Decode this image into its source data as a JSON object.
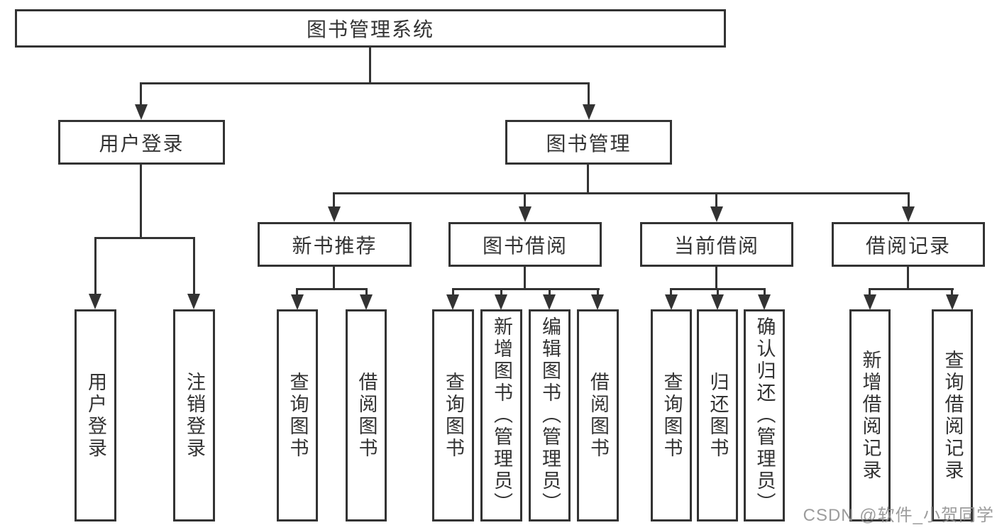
{
  "diagram": {
    "type": "hierarchy-tree",
    "nodes": {
      "root": "图书管理系统",
      "user_login": "用户登录",
      "book_mgmt": "图书管理",
      "new_book_rec": "新书推荐",
      "book_borrowing": "图书借阅",
      "current_borrowing": "当前借阅",
      "borrowing_records": "借阅记录",
      "leaf_user_login": "用户登录",
      "leaf_logout": "注销登录",
      "leaf_query_books_1": "查询图书",
      "leaf_borrow_books_1": "借阅图书",
      "leaf_query_books_2": "查询图书",
      "leaf_add_books_admin": "新增图书（管理员）",
      "leaf_edit_books_admin": "编辑图书（管理员）",
      "leaf_borrow_books_2": "借阅图书",
      "leaf_query_books_3": "查询图书",
      "leaf_return_books": "归还图书",
      "leaf_confirm_return_admin": "确认归还（管理员）",
      "leaf_add_borrow_record": "新增借阅记录",
      "leaf_query_borrow_record": "查询借阅记录"
    },
    "hierarchy": {
      "图书管理系统": {
        "用户登录": [
          "用户登录",
          "注销登录"
        ],
        "图书管理": {
          "新书推荐": [
            "查询图书",
            "借阅图书"
          ],
          "图书借阅": [
            "查询图书",
            "新增图书（管理员）",
            "编辑图书（管理员）",
            "借阅图书"
          ],
          "当前借阅": [
            "查询图书",
            "归还图书",
            "确认归还（管理员）"
          ],
          "借阅记录": [
            "新增借阅记录",
            "查询借阅记录"
          ]
        }
      }
    },
    "colors": {
      "line": "#333333",
      "text": "#333333",
      "box_fill": "#ffffff",
      "background": "#ffffff",
      "watermark": "#919191"
    }
  },
  "watermark": "CSDN @软件_小贺同学"
}
